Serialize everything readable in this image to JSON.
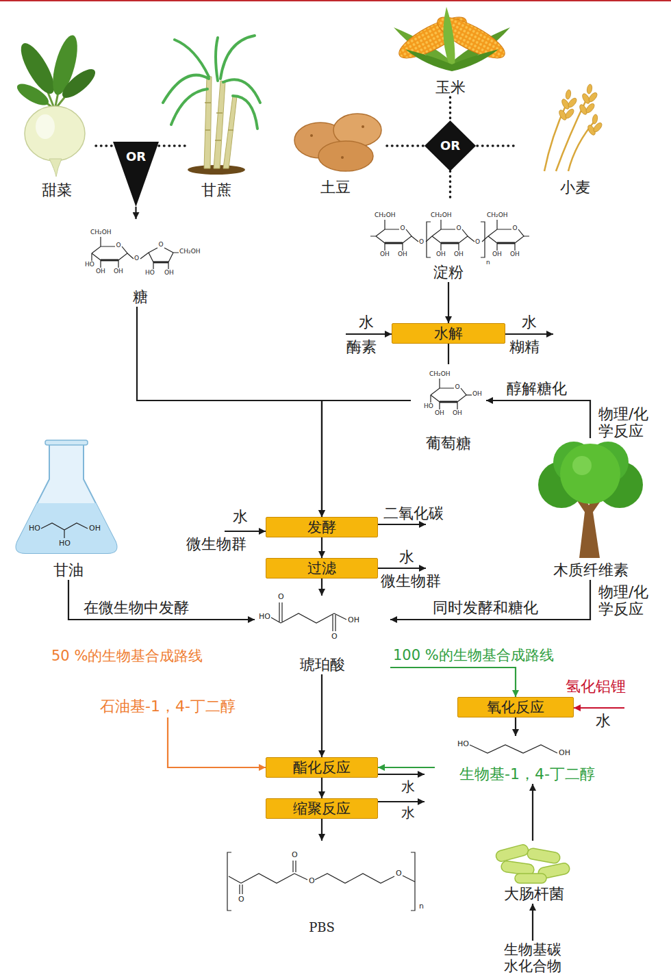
{
  "diagram": {
    "nodes": [
      {
        "text": [
          "甜菜"
        ]
      },
      {
        "text": [
          "OR"
        ]
      },
      {
        "text": [
          "甘蔗"
        ]
      },
      {
        "text": [
          "玉米"
        ]
      },
      {
        "text": [
          "土豆"
        ]
      },
      {
        "text": [
          "OR"
        ]
      },
      {
        "text": [
          "小麦"
        ]
      },
      {
        "text": [
          "糖"
        ]
      },
      {
        "text": [
          "淀粉"
        ]
      },
      {
        "text": [
          "水解"
        ]
      },
      {
        "text": [
          "葡萄糖"
        ]
      },
      {
        "text": [
          "木质纤维素"
        ]
      },
      {
        "text": [
          "甘油"
        ]
      },
      {
        "text": [
          "发酵"
        ]
      },
      {
        "text": [
          "过滤"
        ]
      },
      {
        "text": [
          "琥珀酸"
        ]
      },
      {
        "text": [
          "石油基-1，4-丁二醇"
        ]
      },
      {
        "text": [
          "氧化反应"
        ]
      },
      {
        "text": [
          "生物基-1，4-丁二醇"
        ]
      },
      {
        "text": [
          "酯化反应"
        ]
      },
      {
        "text": [
          "缩聚反应"
        ]
      },
      {
        "text": [
          "大肠杆菌"
        ]
      },
      {
        "text": [
          "PBS"
        ]
      },
      {
        "text": [
          "生物基碳 水化合物"
        ]
      }
    ],
    "edges": [
      {
        "from": 0,
        "to": 1,
        "arrow": "none"
      },
      {
        "from": 2,
        "to": 1,
        "arrow": "none"
      },
      {
        "from": 1,
        "to": 7,
        "arrow": "to"
      },
      {
        "from": 3,
        "to": 5,
        "arrow": "none"
      },
      {
        "from": 4,
        "to": 5,
        "arrow": "none"
      },
      {
        "from": 6,
        "to": 5,
        "arrow": "none"
      },
      {
        "from": 5,
        "to": 8,
        "arrow": "none"
      },
      {
        "from": 8,
        "to": 9,
        "arrow": "to"
      },
      {
        "from": 9,
        "to": 10,
        "arrow": "none"
      },
      {
        "from": 7,
        "to": 13,
        "arrow": "to"
      },
      {
        "from": 10,
        "to": 13,
        "arrow": "to"
      },
      {
        "from": 11,
        "to": 10,
        "arrow": "to",
        "label": "醇解糖化"
      },
      {
        "from": 13,
        "to": 14,
        "arrow": "to"
      },
      {
        "from": 14,
        "to": 15,
        "arrow": "to"
      },
      {
        "from": 12,
        "to": 15,
        "arrow": "to",
        "label": "在微生物中发酵"
      },
      {
        "from": 11,
        "to": 15,
        "arrow": "to",
        "label": "同时发酵和糖化"
      },
      {
        "from": 15,
        "to": 17,
        "arrow": "to",
        "label": "100 %的生物基合成路线"
      },
      {
        "from": 15,
        "to": 19,
        "arrow": "to"
      },
      {
        "from": 16,
        "to": 19,
        "arrow": "to"
      },
      {
        "from": 17,
        "to": 18,
        "arrow": "to"
      },
      {
        "from": 18,
        "to": 19,
        "arrow": "to"
      },
      {
        "from": 19,
        "to": 20,
        "arrow": "to"
      },
      {
        "from": 20,
        "to": 22,
        "arrow": "to"
      },
      {
        "from": 21,
        "to": 18,
        "arrow": "to"
      },
      {
        "from": 23,
        "to": 21,
        "arrow": "to"
      }
    ],
    "labels": [
      "水",
      "酶素",
      "水",
      "糊精",
      "物理/化学反应",
      "水",
      "微生物群",
      "二氧化碳",
      "水",
      "微生物群",
      "物理/化学反应",
      "50 %的生物基合成路线",
      "氢化铝锂",
      "水",
      "水",
      "水",
      "CH₂OH",
      "O",
      "HO",
      "OH",
      "OH",
      "O",
      "O",
      "HO",
      "CH₂OH",
      "OH",
      "CH₂OH",
      "O",
      "OH",
      "OH",
      "O",
      "CH₂OH",
      "O",
      "OH",
      "OH",
      "O",
      "CH₂OH",
      "O",
      "OH",
      "OH",
      "n",
      "CH₂OH",
      "O",
      "HO",
      "OH",
      "OH",
      "OH",
      "HO",
      "OH",
      "HO",
      "HO",
      "O",
      "O",
      "OH",
      "HO",
      "OH",
      "O",
      "O",
      "O",
      "O",
      "n"
    ]
  }
}
